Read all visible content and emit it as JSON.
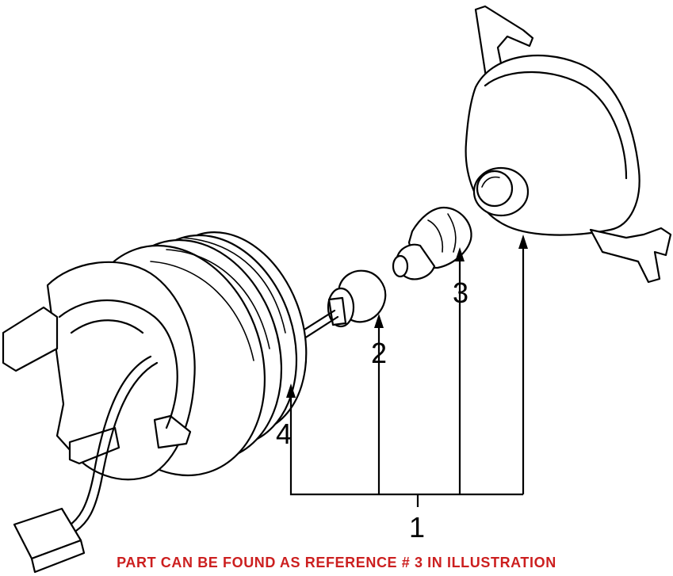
{
  "callouts": {
    "one": "1",
    "two": "2",
    "three": "3",
    "four": "4"
  },
  "notice": {
    "text": "PART CAN BE FOUND AS REFERENCE # 3 IN ILLUSTRATION",
    "color": "#cc1f1f"
  },
  "icons": [
    "socket-assembly-icon",
    "bulb-holder-icon",
    "bulb-icon",
    "fog-lamp-housing-icon"
  ]
}
